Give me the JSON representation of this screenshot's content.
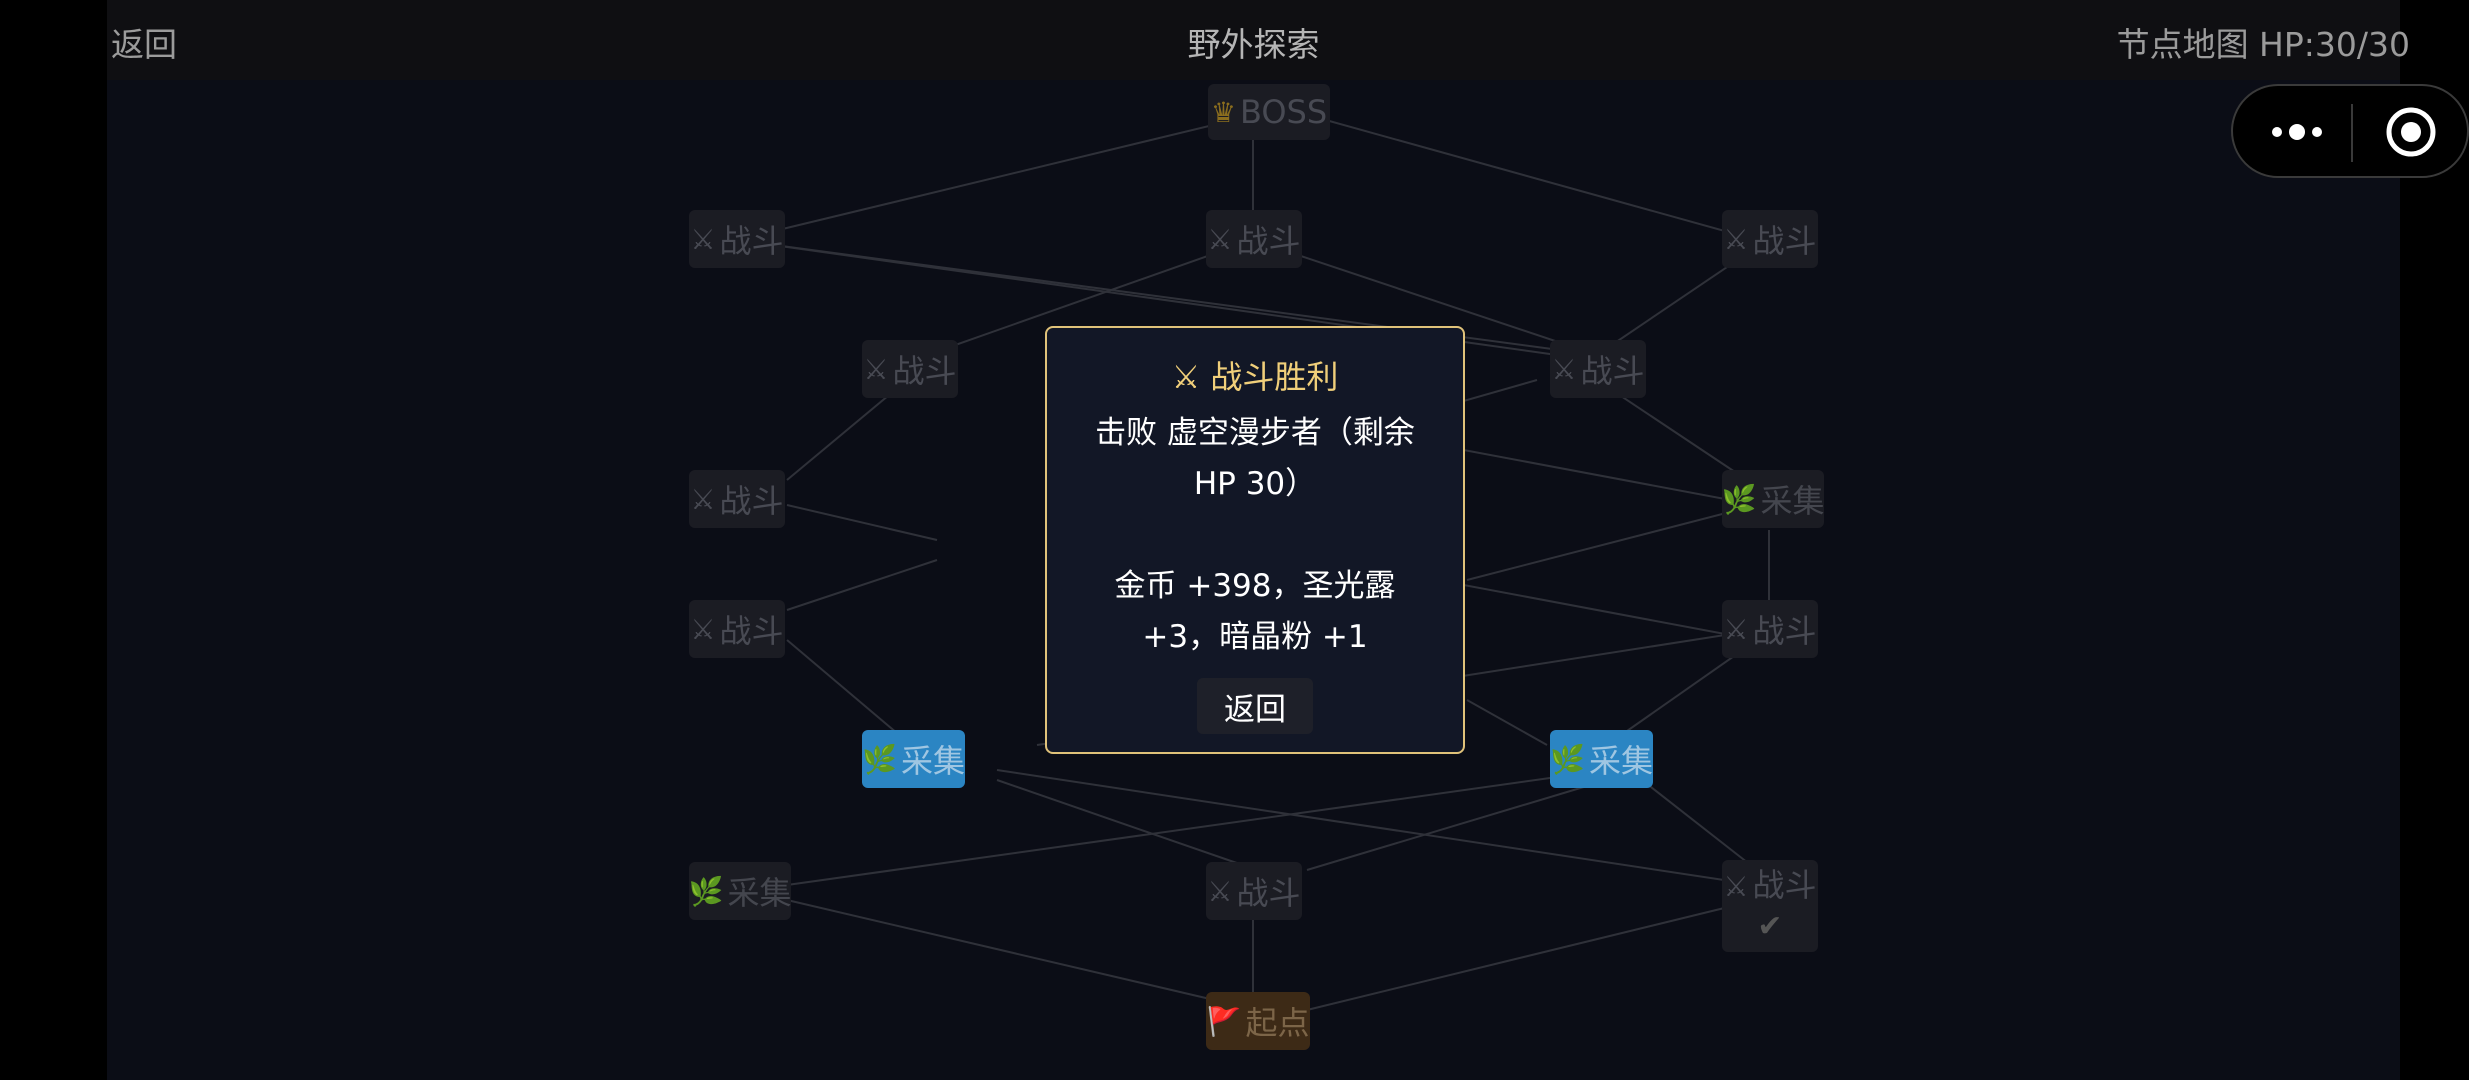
{
  "header": {
    "back_label": "返回",
    "title": "野外探索",
    "status": "节点地图 HP:30/30"
  },
  "capsule": {
    "more_icon": "more-dots-icon",
    "close_icon": "target-close-icon"
  },
  "map": {
    "nodes": [
      {
        "id": "boss",
        "icon": "♛",
        "label": "BOSS",
        "type": "boss"
      },
      {
        "id": "r1-left",
        "icon": "⚔",
        "label": "战斗",
        "type": "battle"
      },
      {
        "id": "r1-mid",
        "icon": "⚔",
        "label": "战斗",
        "type": "battle"
      },
      {
        "id": "r1-right",
        "icon": "⚔",
        "label": "战斗",
        "type": "battle"
      },
      {
        "id": "r2-left",
        "icon": "⚔",
        "label": "战斗",
        "type": "battle"
      },
      {
        "id": "r2-right",
        "icon": "⚔",
        "label": "战斗",
        "type": "battle"
      },
      {
        "id": "r3-left",
        "icon": "⚔",
        "label": "战斗",
        "type": "battle"
      },
      {
        "id": "r3-right",
        "icon": "🌿",
        "label": "采集",
        "type": "gather"
      },
      {
        "id": "r4-left",
        "icon": "⚔",
        "label": "战斗",
        "type": "battle"
      },
      {
        "id": "r4-right",
        "icon": "⚔",
        "label": "战斗",
        "type": "battle"
      },
      {
        "id": "r5-left",
        "icon": "🌿",
        "label": "采集",
        "type": "gather",
        "state": "available"
      },
      {
        "id": "r5-right",
        "icon": "🌿",
        "label": "采集",
        "type": "gather",
        "state": "available"
      },
      {
        "id": "r6-left",
        "icon": "🌿",
        "label": "采集",
        "type": "gather"
      },
      {
        "id": "r6-mid",
        "icon": "⚔",
        "label": "战斗",
        "type": "battle"
      },
      {
        "id": "r6-right",
        "icon": "⚔",
        "label": "战斗",
        "type": "battle",
        "state": "cleared",
        "check": "✔"
      },
      {
        "id": "start",
        "icon": "🚩",
        "label": "起点",
        "type": "start"
      }
    ]
  },
  "dialog": {
    "title": "⚔ 战斗胜利",
    "line1": "击败 虚空漫步者（剩余",
    "line2": "HP 30）",
    "line3": "金币 +398，圣光露",
    "line4": "+3，暗晶粉 +1",
    "button": "返回"
  },
  "colors": {
    "background": "#0b0d16",
    "dialog_border": "#e0c27a",
    "dialog_title": "#f0cf7a",
    "available_node": "#2b85c3",
    "start_node": "#3d2a16"
  }
}
